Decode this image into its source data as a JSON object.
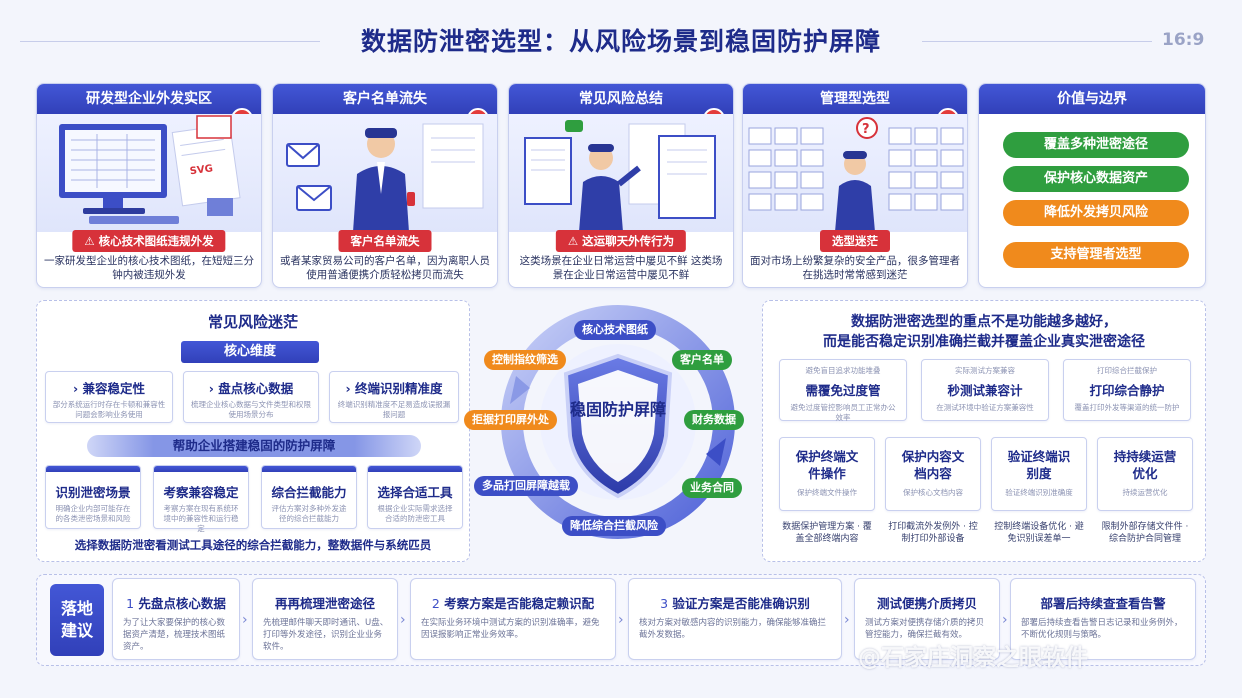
{
  "header": {
    "title": "数据防泄密选型：从风险场景到稳固防护屏障",
    "page_number": "16:9"
  },
  "colors": {
    "primary": "#3140b9",
    "red": "#d7323a",
    "green": "#2f9e3f",
    "orange": "#f08a1c"
  },
  "cards": [
    {
      "title": "研发型企业外发实区",
      "badge": "2",
      "icon": "monitor-blueprint-icon",
      "risk": "核心技术图纸违规外发",
      "desc": "一家研发型企业的核心技术图纸，在短短三分钟内被违规外发"
    },
    {
      "title": "客户名单流失",
      "badge": "2",
      "icon": "employee-usb-icon",
      "risk": "客户名单流失",
      "desc": "或者某家贸易公司的客户名单，因为离职人员使用普通便携介质轻松拷贝而流失"
    },
    {
      "title": "常见风险总结",
      "badge": "2",
      "icon": "chat-files-icon",
      "risk": "这运聊天外传行为",
      "desc": "这类场景在企业日常运营中屡见不鲜 这类场景在企业日常运营中屡见不鲜"
    },
    {
      "title": "管理型选型",
      "badge": "2",
      "icon": "wall-of-products-icon",
      "risk": "选型迷茫",
      "desc": "面对市场上纷繁复杂的安全产品，很多管理者在挑选时常常感到迷茫"
    }
  ],
  "value_card": {
    "title": "价值与边界",
    "pills": [
      "覆盖多种泄密途径",
      "保护核心数据资产",
      "降低外发拷贝风险",
      "支持管理者选型"
    ]
  },
  "left_panel": {
    "title": "常见风险迷茫",
    "core_label": "核心维度",
    "dimensions": [
      {
        "title": "兼容稳定性",
        "desc": "部分系统运行时存在卡顿和兼容性问题会影响业务使用"
      },
      {
        "title": "盘点核心数据",
        "desc": "梳理企业核心数据与文件类型和权限使用场景分布"
      },
      {
        "title": "终端识别精准度",
        "desc": "终端识别精准度不足易造成误报漏报问题"
      }
    ],
    "ribbon": "帮助企业搭建稳固的防护屏障",
    "items": [
      {
        "title": "识别泄密场景",
        "desc": "明确企业内部可能存在的各类泄密场景和风险"
      },
      {
        "title": "考察兼容稳定",
        "desc": "考察方案在现有系统环境中的兼容性和运行稳定"
      },
      {
        "title": "综合拦截能力",
        "desc": "评估方案对多种外发途径的综合拦截能力"
      },
      {
        "title": "选择合适工具",
        "desc": "根据企业实际需求选择合适的防泄密工具"
      }
    ],
    "footer": "选择数据防泄密看测试工具途径的综合拦截能力，整数据件与系统匹员"
  },
  "circle": {
    "center": "稳固防护屏障",
    "nodes": [
      "核心技术图纸",
      "客户名单",
      "财务数据",
      "业务合同",
      "降低综合拦截风险",
      "多品打回屏障越载",
      "拒据打印屏外处",
      "控制指纹筛选"
    ]
  },
  "right_panel": {
    "headline1": "数据防泄密选型的重点不是功能越多越好，",
    "headline2": "而是能否稳定识别准确拦截并覆盖企业真实泄密途径",
    "top_row": [
      {
        "sub": "避免盲目追求功能堆叠",
        "title": "需覆免过度管",
        "desc": "避免过度管控影响员工正常办公效率"
      },
      {
        "sub": "实际测试方案兼容",
        "title": "秒测试兼容计",
        "desc": "在测试环境中验证方案兼容性"
      },
      {
        "sub": "打印综合拦截保护",
        "title": "打印综合静护",
        "desc": "覆盖打印外发等渠道的统一防护"
      }
    ],
    "bottom_row": [
      {
        "title": "保护终端文件操作",
        "desc": "保护终端文件操作"
      },
      {
        "title": "保护内容文档内容",
        "desc": "保护核心文档内容"
      },
      {
        "title": "验证终端识别度",
        "desc": "验证终端识别准确度"
      },
      {
        "title": "持持续运营优化",
        "desc": "持续运营优化"
      }
    ],
    "notes": [
      "数据保护管理方案 · 覆盖全部终端内容",
      "打印截流外发例外 · 控制打印外部设备",
      "控制终端设备优化 · 避免识别误差单一",
      "限制外部存储文件件 · 综合防护合同管理"
    ]
  },
  "bottom": {
    "label": "落地建议",
    "steps": [
      {
        "num": "1",
        "title": "先盘点核心数据",
        "desc": "为了让大家要保护的核心数据资产清楚，梳理技术图纸资产。"
      },
      {
        "num": "",
        "title": "再再梳理泄密途径",
        "desc": "先梳理邮件聊天即时通讯、U盘、打印等外发途径，识别企业业务软件。"
      },
      {
        "num": "2",
        "title": "考察方案是否能稳定赖识配",
        "desc": "在实际业务环境中测试方案的识别准确率，避免因误报影响正常业务效率。"
      },
      {
        "num": "3",
        "title": "验证方案是否能准确识别",
        "desc": "核对方案对敏感内容的识别能力，确保能够准确拦截外发数据。"
      },
      {
        "num": "",
        "title": "测试便携介质拷贝",
        "desc": "测试方案对便携存储介质的拷贝管控能力，确保拦截有效。"
      },
      {
        "num": "",
        "title": "部署后持续查查看告警",
        "desc": "部署后持续查看告警日志记录和业务例外，不断优化规则与策略。"
      }
    ]
  },
  "watermark": "@石家庄洞察之眼软件"
}
